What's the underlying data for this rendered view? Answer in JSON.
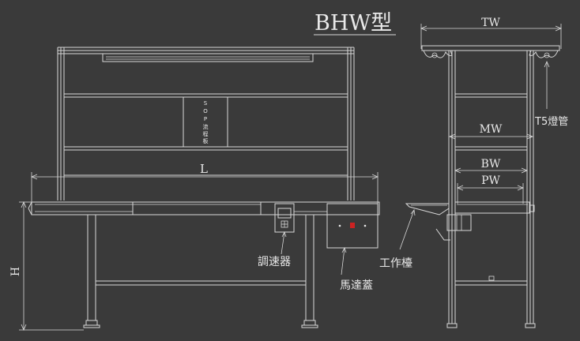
{
  "title": "BHW型",
  "front_view": {
    "dim_length": "L",
    "dim_height": "H",
    "sop_board": [
      "S",
      "O",
      "P",
      "流",
      "程",
      "板"
    ],
    "labels": {
      "speed_controller": "調速器",
      "motor_cover": "馬達蓋"
    }
  },
  "side_view": {
    "dim_top_width": "TW",
    "dim_middle_width": "MW",
    "dim_belt_width": "BW",
    "dim_plate_width": "PW",
    "labels": {
      "t5_lamp": "T5燈管",
      "work_shelf": "工作檯"
    }
  },
  "colors": {
    "background": "#3a3a3a",
    "line": "#d8d8d8",
    "indicator": "#cc2222"
  }
}
